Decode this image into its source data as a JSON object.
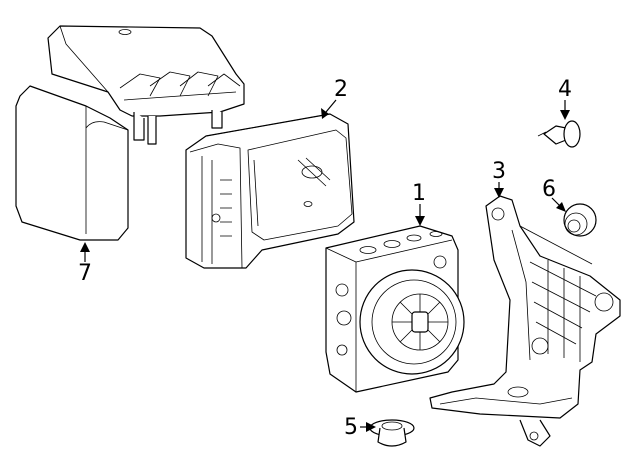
{
  "diagram": {
    "callouts": [
      {
        "id": "1",
        "text": "1"
      },
      {
        "id": "2",
        "text": "2"
      },
      {
        "id": "3",
        "text": "3"
      },
      {
        "id": "4",
        "text": "4"
      },
      {
        "id": "5",
        "text": "5"
      },
      {
        "id": "6",
        "text": "6"
      },
      {
        "id": "7",
        "text": "7"
      }
    ]
  }
}
